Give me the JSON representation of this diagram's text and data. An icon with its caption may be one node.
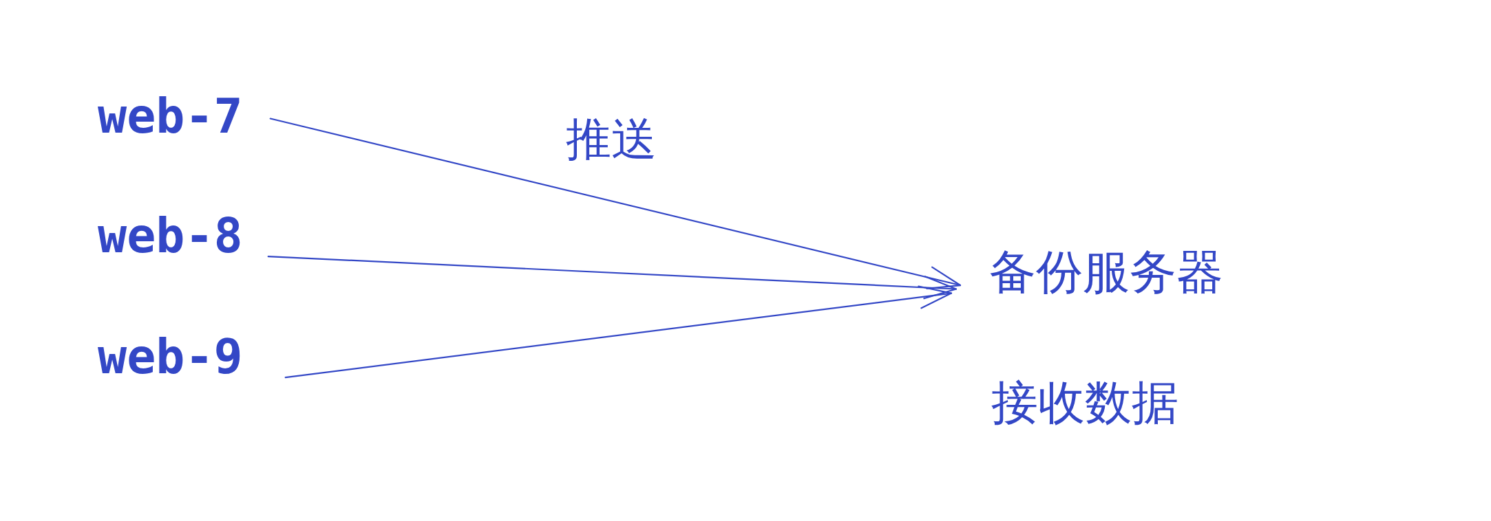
{
  "diagram": {
    "nodes": [
      {
        "text": [
          "web-7"
        ]
      },
      {
        "text": [
          "web-8"
        ]
      },
      {
        "text": [
          "web-9"
        ]
      },
      {
        "text": [
          "备份服务器"
        ],
        "beside": [
          "接收数据"
        ]
      }
    ],
    "edges": [
      {
        "from": 0,
        "to": 3,
        "arrow": "to"
      },
      {
        "from": 1,
        "to": 3,
        "arrow": "to"
      },
      {
        "from": 2,
        "to": 3,
        "arrow": "to"
      }
    ],
    "labels": [
      "推送"
    ]
  }
}
